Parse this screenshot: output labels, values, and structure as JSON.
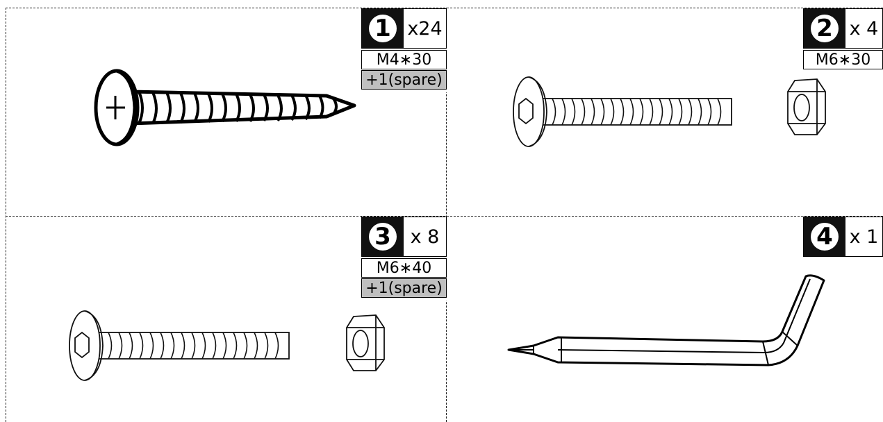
{
  "panels": [
    {
      "number": "1",
      "quantity": "x24",
      "size": "M4∗30",
      "spare": "+1(spare)",
      "parts": [
        "phillips-pan-screw"
      ]
    },
    {
      "number": "2",
      "quantity": "x 4",
      "size": "M6∗30",
      "spare": "",
      "parts": [
        "hex-socket-bolt",
        "hex-nut"
      ]
    },
    {
      "number": "3",
      "quantity": "x 8",
      "size": "M6∗40",
      "spare": "+1(spare)",
      "parts": [
        "hex-socket-bolt",
        "hex-nut"
      ]
    },
    {
      "number": "4",
      "quantity": "x 1",
      "size": "",
      "spare": "",
      "parts": [
        "allen-key"
      ]
    }
  ],
  "colors": {
    "spare_bg": "#bfbfbf",
    "number_bg": "#111111",
    "line": "#222222"
  }
}
